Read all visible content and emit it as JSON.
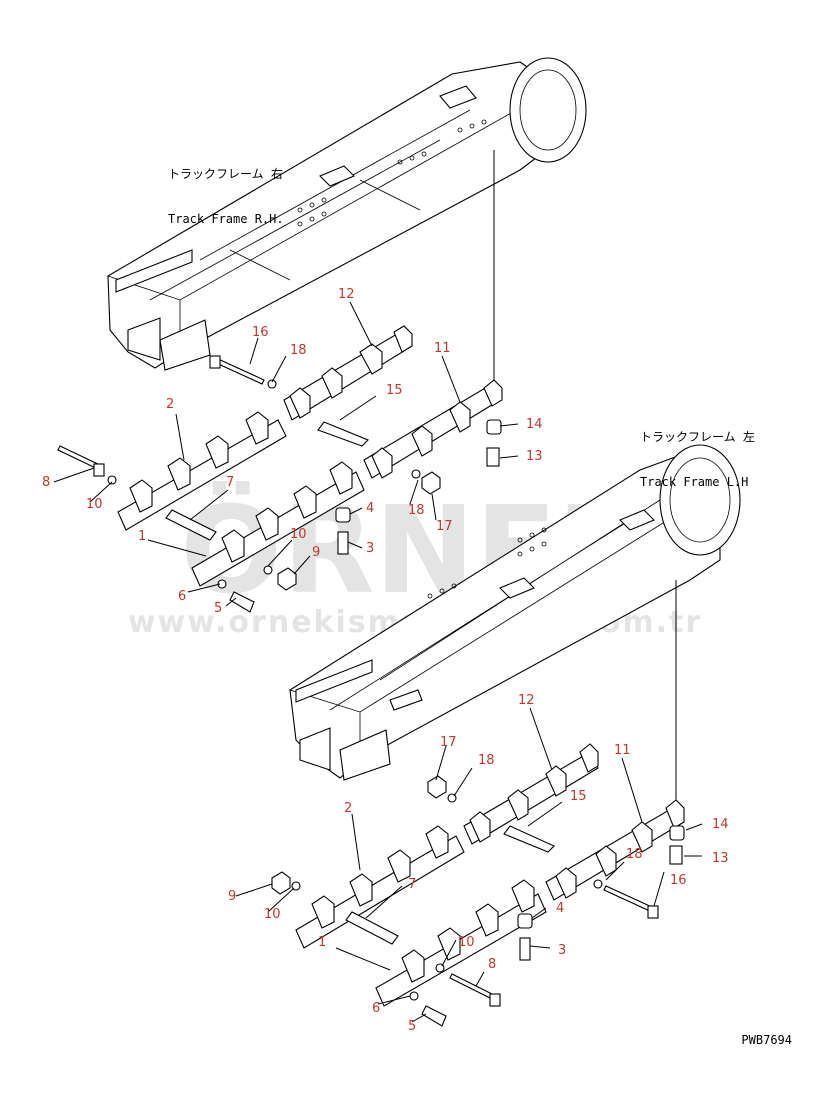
{
  "document": {
    "code": "PWB7694"
  },
  "frames": {
    "rh": {
      "label_jp": "トラックフレーム 右",
      "label_en": "Track Frame R.H."
    },
    "lh": {
      "label_jp": "トラックフレーム 左",
      "label_en": "Track Frame L.H"
    }
  },
  "watermark": {
    "logo": "ÖRNEK",
    "url": "www.ornekismakinalari.com.tr"
  },
  "callouts": {
    "rh": [
      "12",
      "16",
      "18",
      "11",
      "2",
      "15",
      "14",
      "13",
      "8",
      "10",
      "7",
      "4",
      "18",
      "17",
      "1",
      "10",
      "9",
      "3",
      "6",
      "5"
    ],
    "lh": [
      "12",
      "17",
      "18",
      "11",
      "2",
      "15",
      "14",
      "18",
      "13",
      "16",
      "9",
      "10",
      "7",
      "4",
      "1",
      "10",
      "3",
      "8",
      "6",
      "5"
    ]
  },
  "colors": {
    "callout": "#c0392b",
    "line": "#000000",
    "watermark": "#d9d9d9"
  }
}
